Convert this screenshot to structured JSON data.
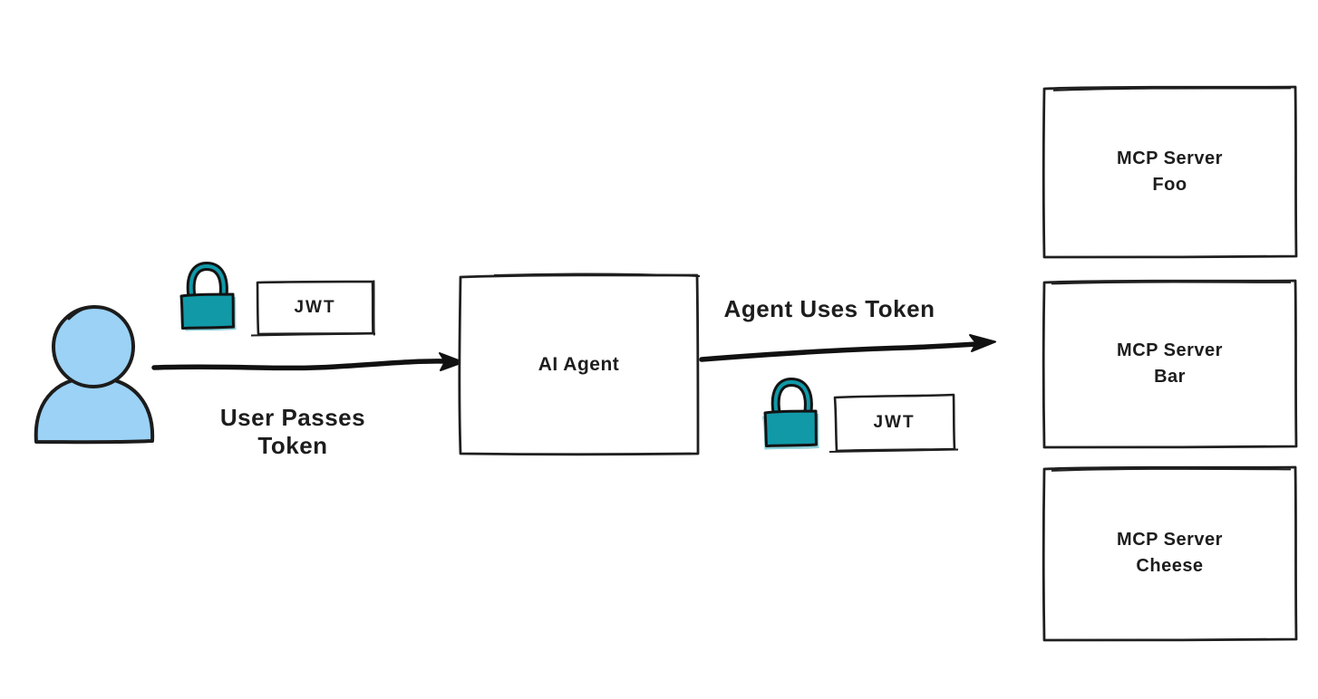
{
  "colors": {
    "background": "#ffffff",
    "stroke": "#1e1e1e",
    "lock_fill": "#1199a8",
    "user_fill": "#9bd2f6"
  },
  "icons": {
    "user": "user-icon",
    "lock_left": "lock-icon",
    "lock_right": "lock-icon"
  },
  "nodes": {
    "ai_agent": {
      "label": "AI Agent"
    },
    "jwt_left": {
      "label": "JWT"
    },
    "jwt_right": {
      "label": "JWT"
    },
    "mcp_servers": [
      {
        "label": "MCP Server\nFoo"
      },
      {
        "label": "MCP Server\nBar"
      },
      {
        "label": "MCP Server\nCheese"
      }
    ]
  },
  "arrows": [
    {
      "name": "user-to-agent",
      "label": "User Passes Token"
    },
    {
      "name": "agent-to-servers",
      "label": "Agent Uses Token"
    }
  ]
}
